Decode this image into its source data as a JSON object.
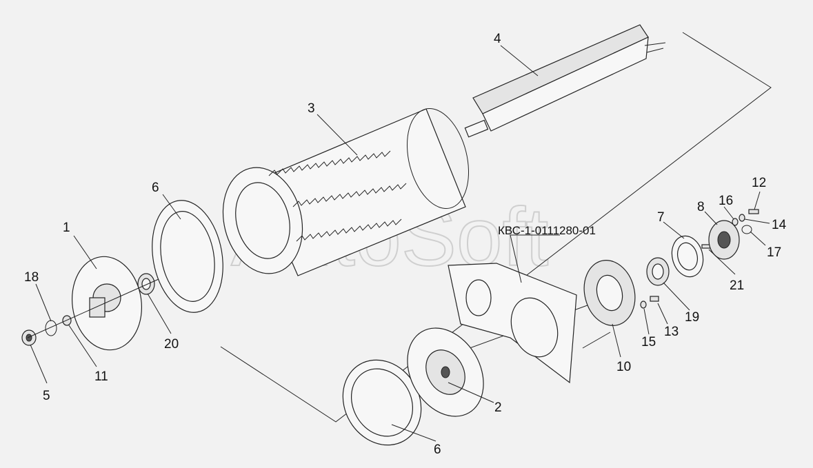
{
  "watermark": "AutoSoft",
  "assembly_code": "КВС-1-0111280-01",
  "callouts": {
    "c1": "1",
    "c2": "2",
    "c3": "3",
    "c4": "4",
    "c5": "5",
    "c6a": "6",
    "c6b": "6",
    "c7": "7",
    "c8": "8",
    "c10": "10",
    "c11": "11",
    "c12": "12",
    "c13": "13",
    "c14": "14",
    "c15": "15",
    "c16": "16",
    "c17": "17",
    "c18": "18",
    "c19": "19",
    "c20": "20",
    "c21": "21"
  }
}
